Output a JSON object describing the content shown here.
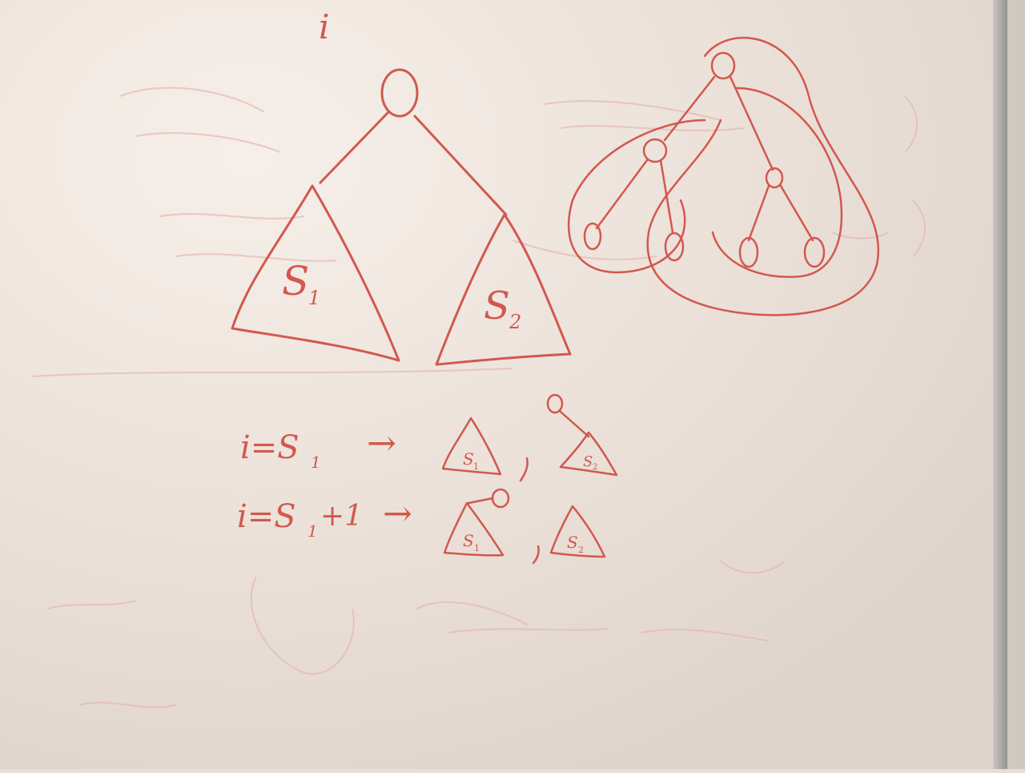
{
  "scene": {
    "description_kind": "whiteboard-photo",
    "ink_color": "#d2584e",
    "ghost_ink_color": "#e3b3a8",
    "board_color": "#ece3dc",
    "frame_color": "#9a9a98"
  },
  "labels": {
    "root_i": "i",
    "s1": "S",
    "s1_sub": "1",
    "s2": "S",
    "s2_sub": "2",
    "row1_lhs": "i=S",
    "row1_lhs_sub": "1",
    "row2_lhs": "i=S",
    "row2_lhs_sub": "1",
    "row2_plus": "+1",
    "arrow": "→",
    "mini_s1": "S",
    "mini_s1_sub": "1",
    "mini_s2": "S",
    "mini_s2_sub": "2",
    "comma": ","
  }
}
